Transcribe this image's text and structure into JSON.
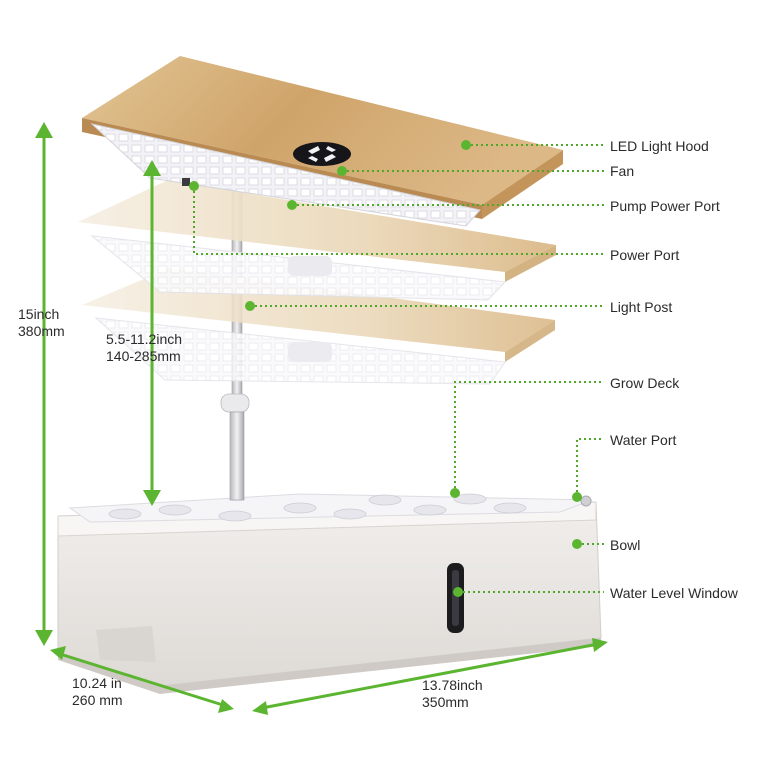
{
  "labels": {
    "led_light_hood": "LED Light Hood",
    "fan": "Fan",
    "pump_power_port": "Pump Power Port",
    "power_port": "Power Port",
    "light_post": "Light Post",
    "grow_deck": "Grow Deck",
    "water_port": "Water Port",
    "bowl": "Bowl",
    "water_level_window": "Water Level Window"
  },
  "dimensions": {
    "height": {
      "line1": "15inch",
      "line2": "380mm"
    },
    "post_range": {
      "line1": "5.5-11.2inch",
      "line2": "140-285mm"
    },
    "depth": {
      "line1": "10.24 in",
      "line2": "260 mm"
    },
    "width": {
      "line1": "13.78inch",
      "line2": "350mm"
    }
  },
  "colors": {
    "accent_green": "#5cb531",
    "leader_green": "#4fa82a",
    "wood": "#d6b27a",
    "panel": "#f1f1f4",
    "bowl": "#ebe8e5"
  }
}
